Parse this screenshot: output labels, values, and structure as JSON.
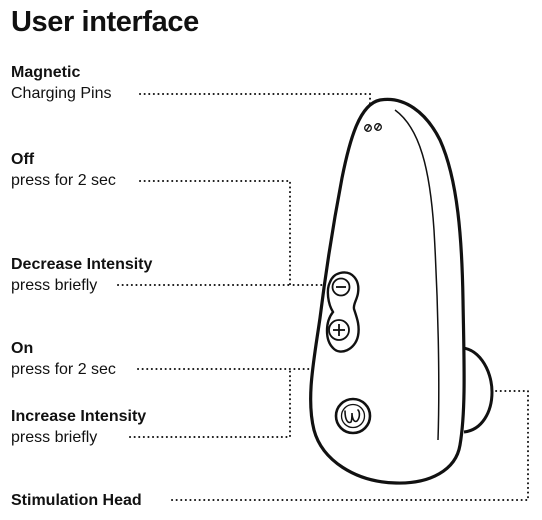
{
  "title": "User interface",
  "labels": {
    "charging": {
      "heading": "Magnetic",
      "sub": "Charging Pins"
    },
    "off": {
      "heading": "Off",
      "sub": "press for 2 sec"
    },
    "decrease": {
      "heading": "Decrease Intensity",
      "sub": "press briefly"
    },
    "on": {
      "heading": "On",
      "sub": "press for 2 sec"
    },
    "increase": {
      "heading": "Increase Intensity",
      "sub": "press briefly"
    },
    "stimulation": {
      "heading": "Stimulation Head"
    }
  }
}
